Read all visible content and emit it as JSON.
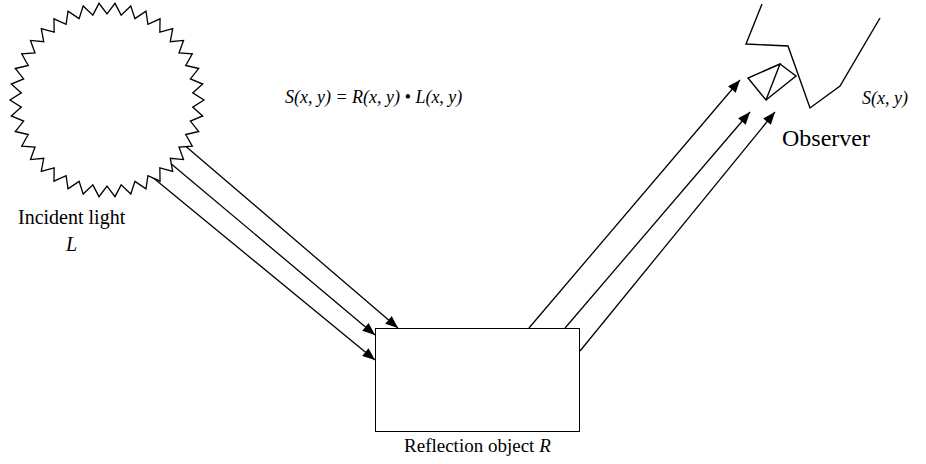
{
  "diagram": {
    "nodes": [
      {
        "text": [
          "Incident light",
          "L"
        ]
      },
      {
        "text": [
          "Reflection object",
          "R"
        ]
      },
      {
        "text": [
          "S(x, y)",
          "Observer"
        ]
      }
    ],
    "edges": [
      {
        "from": 0,
        "to": 1,
        "arrow": "to"
      },
      {
        "from": 0,
        "to": 1,
        "arrow": "to"
      },
      {
        "from": 0,
        "to": 1,
        "arrow": "to"
      },
      {
        "from": 1,
        "to": 2,
        "arrow": "to"
      },
      {
        "from": 1,
        "to": 2,
        "arrow": "to"
      },
      {
        "from": 1,
        "to": 2,
        "arrow": "to"
      }
    ],
    "labels": [
      "S(x, y) = R(x, y) • L(x, y)"
    ]
  }
}
